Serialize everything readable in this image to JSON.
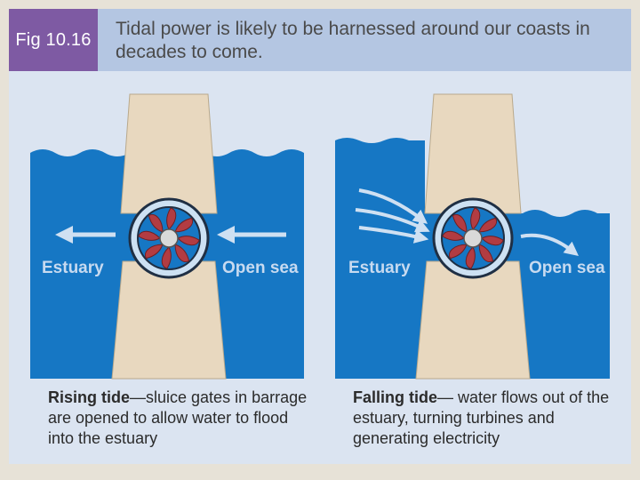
{
  "header": {
    "fig_label": "Fig 10.16",
    "title": "Tidal power is likely to be harnessed around our coasts in decades to come."
  },
  "panels": [
    {
      "estuary_label": "Estuary",
      "sea_label": "Open sea",
      "caption_lead": "Rising tide",
      "caption_text": "—sluice gates in barrage are opened to allow water to flood into the estuary"
    },
    {
      "estuary_label": "Estuary",
      "sea_label": "Open sea",
      "caption_lead": "Falling tide",
      "caption_text": "— water flows out of the estuary, turning turbines and generating electricity"
    }
  ],
  "colors": {
    "water": "#1677c4",
    "barrage": "#e8d8bf",
    "turbine_blade": "#b23c42",
    "turbine_ring": "#cde1f3",
    "arrow": "#cfe0f2",
    "header_bg": "#b4c6e2",
    "fig_label_bg": "#7e5aa3"
  }
}
